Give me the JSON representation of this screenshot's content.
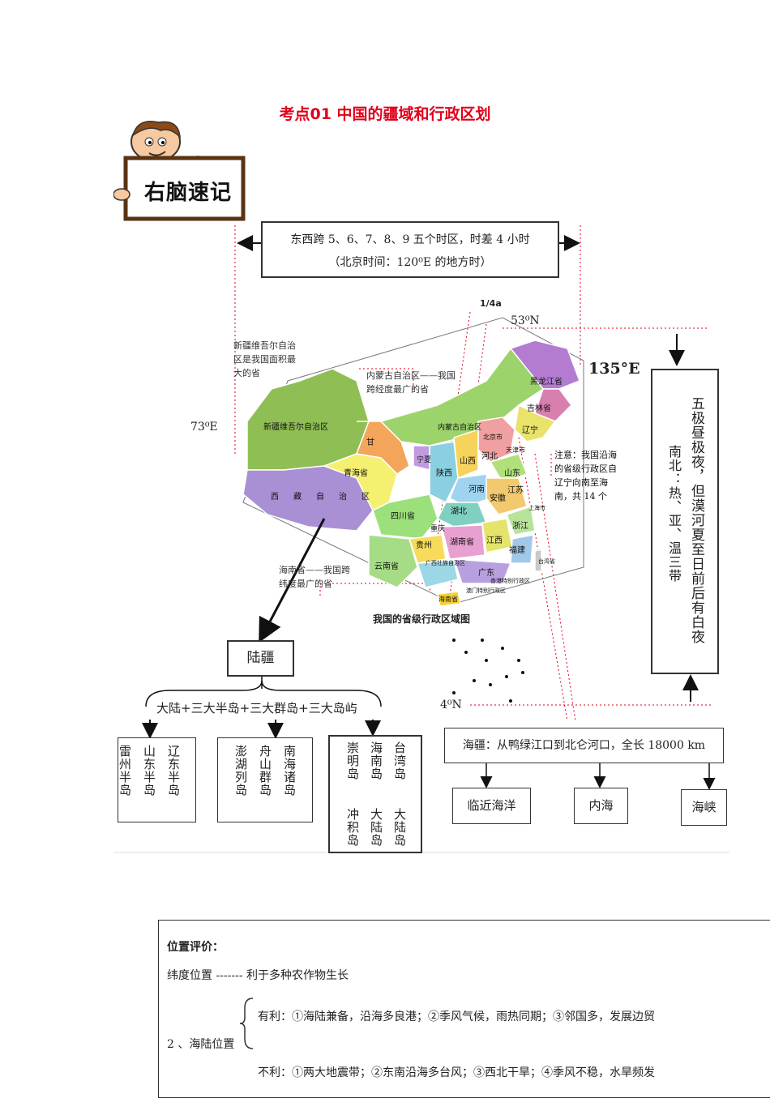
{
  "title": "考点01 中国的疆域和行政区划",
  "brand": {
    "sign_text": "右脑速记"
  },
  "timezone": {
    "line1": "东西跨 5、6、7、8、9 五个时区，时差 4 小时",
    "line2": "（北京时间：120⁰E 的地方时）"
  },
  "coords": {
    "n53": "53⁰N",
    "e135": "135°E",
    "e73": "73⁰E",
    "n4": "4⁰N",
    "quarter": "1/4a"
  },
  "notes": {
    "xinjiang": "新疆维吾尔自治区是我国面积最大的省",
    "neimenggu": "内蒙古自治区——我国跨经度最广的省",
    "coastal": "注意：我国沿海的省级行政区自辽宁向南至海南，共 14 个",
    "hainan": "海南省——我国跨纬度最广的省"
  },
  "map": {
    "caption": "我国的省级行政区域图",
    "provinces": [
      "新疆维吾尔自治区",
      "西藏自治区",
      "青海省",
      "甘",
      "四川省",
      "云南省",
      "贵州",
      "湖南省",
      "湖北",
      "河南",
      "陕西",
      "山西",
      "内蒙古自治区",
      "黑龙江省",
      "吉林省",
      "辽宁",
      "北京市",
      "天津市",
      "河北",
      "山东",
      "安徽",
      "江苏",
      "浙江",
      "江西",
      "福建",
      "广东",
      "广西壮族自治区",
      "海南省",
      "台湾省",
      "宁夏",
      "重庆",
      "上海市",
      "香港特别行政区",
      "澳门特别行政区"
    ]
  },
  "polar": {
    "main": "五极昼极夜，但漠河夏至日前后有白夜",
    "sub": "南北：热、亚、温三带"
  },
  "land": {
    "title": "陆疆",
    "formula": "大陆+三大半岛+三大群岛+三大岛屿",
    "peninsulas": [
      "辽东半岛",
      "山东半岛",
      "雷州半岛"
    ],
    "archipelagos": [
      "南海诸岛",
      "舟山群岛",
      "澎湖列岛"
    ],
    "islands": [
      {
        "name": "台湾岛",
        "type": "大陆岛"
      },
      {
        "name": "海南岛",
        "type": "大陆岛"
      },
      {
        "name": "崇明岛",
        "type": "冲积岛"
      }
    ]
  },
  "sea": {
    "title": "海疆：从鸭绿江口到北仑河口，全长 18000 km",
    "items": [
      "临近海洋",
      "内海",
      "海峡"
    ]
  },
  "evaluation": {
    "heading": "位置评价：",
    "latitude": "纬度位置 ------- 利于多种农作物生长",
    "label": "2 、海陆位置",
    "pros": "有利：①海陆兼备，沿海多良港；②季风气候，雨热同期；③邻国多，发展边贸",
    "cons": "不利：①两大地震带；②东南沿海多台风；③西北干旱；④季风不稳，水旱频发"
  },
  "colors": {
    "accent": "#e0001b"
  }
}
